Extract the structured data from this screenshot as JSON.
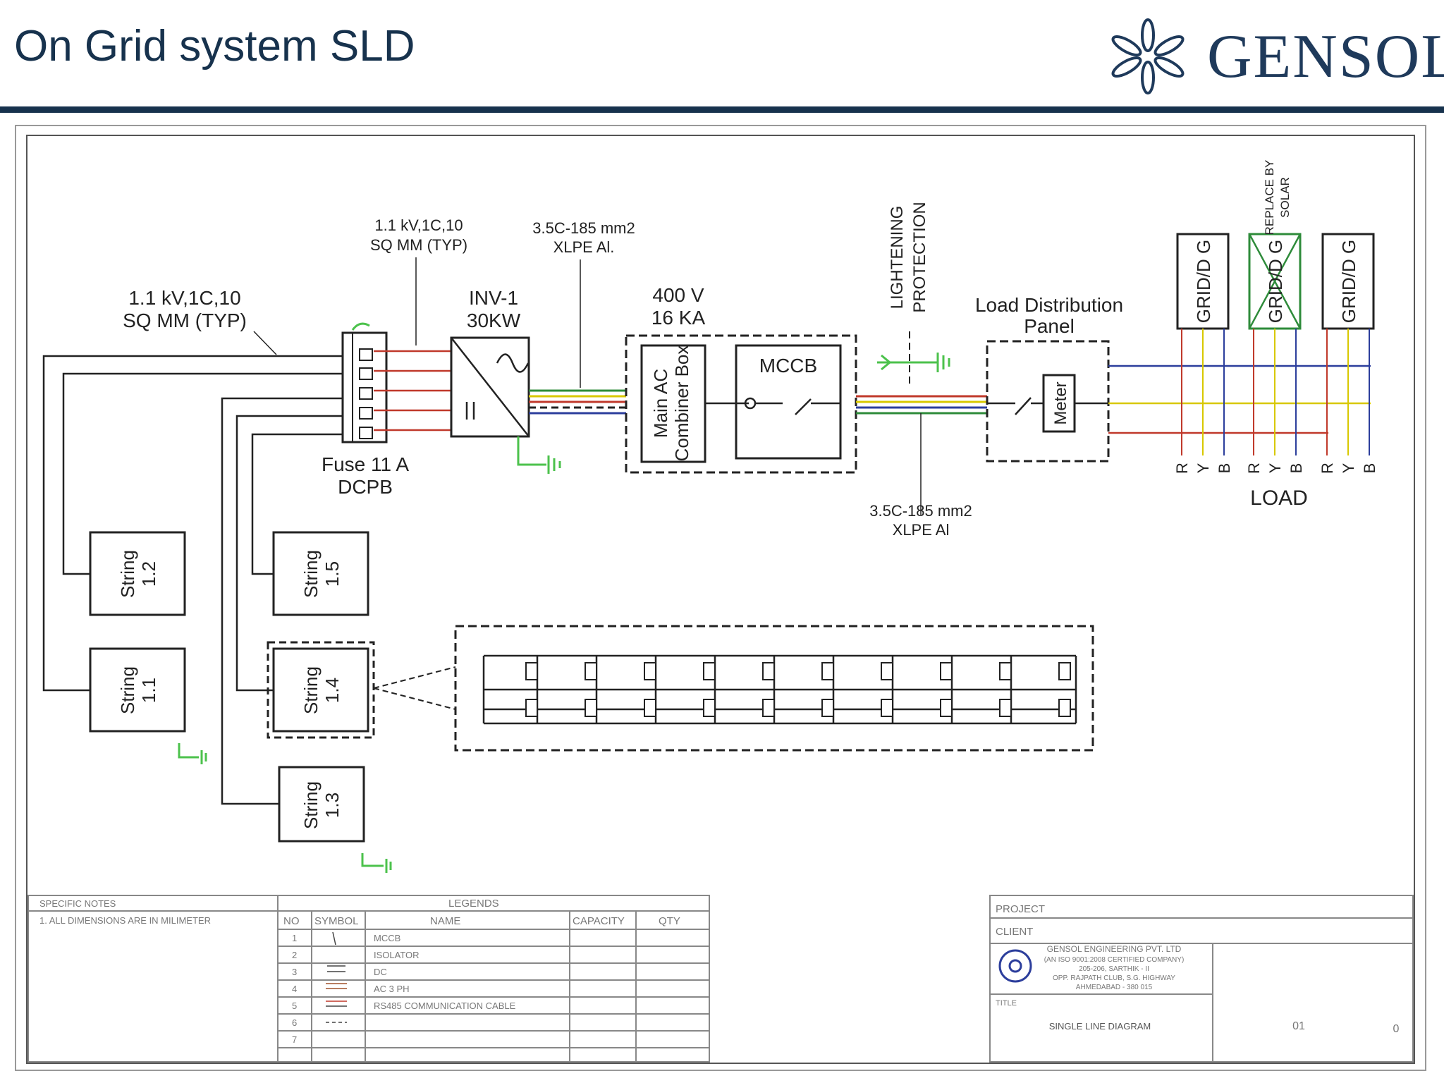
{
  "header": {
    "title": "On Grid system SLD",
    "logo_text": "GENSOL"
  },
  "diagram": {
    "cable_left_1": "1.1 kV,1C,10",
    "cable_left_2": "SQ MM (TYP)",
    "cable_top_1": "1.1 kV,1C,10",
    "cable_top_2": "SQ MM (TYP)",
    "cable_ac_1": "3.5C-185 mm2",
    "cable_ac_2": "XLPE Al.",
    "inv_1": "INV-1",
    "inv_2": "30KW",
    "rating_1": "400 V",
    "rating_2": "16 KA",
    "main_ac_1": "Main AC",
    "main_ac_2": "Combiner Box",
    "mccb": "MCCB",
    "fuse_1": "Fuse 11 A",
    "fuse_2": "DCPB",
    "lightning_1": "LIGHTENING",
    "lightning_2": "PROTECTION",
    "ldp_1": "Load Distribution",
    "ldp_2": "Panel",
    "meter": "Meter",
    "cable_bottom_1": "3.5C-185 mm2",
    "cable_bottom_2": "XLPE Al",
    "grid_1": "GRID/D G",
    "grid_2": "GRID/D G",
    "grid_3": "GRID/D G",
    "replace_1": "REPLACE BY",
    "replace_2": "SOLAR",
    "load": "LOAD",
    "phases": [
      "R",
      "Y",
      "B",
      "R",
      "Y",
      "B",
      "R",
      "Y",
      "B"
    ],
    "strings": [
      {
        "a": "String",
        "b": "1.2"
      },
      {
        "a": "String",
        "b": "1.1"
      },
      {
        "a": "String",
        "b": "1.5"
      },
      {
        "a": "String",
        "b": "1.4"
      },
      {
        "a": "String",
        "b": "1.3"
      }
    ]
  },
  "title_block": {
    "notes_heading": "SPECIFIC NOTES",
    "note_1": "1. ALL DIMENSIONS ARE IN MILIMETER",
    "legends_heading": "LEGENDS",
    "col_no": "NO",
    "col_symbol": "SYMBOL",
    "col_name": "NAME",
    "col_capacity": "CAPACITY",
    "col_qty": "QTY",
    "rows": [
      {
        "no": "1",
        "name": "MCCB"
      },
      {
        "no": "2",
        "name": "ISOLATOR"
      },
      {
        "no": "3",
        "name": "DC"
      },
      {
        "no": "4",
        "name": "AC 3 PH"
      },
      {
        "no": "5",
        "name": "RS485 COMMUNICATION CABLE"
      },
      {
        "no": "6",
        "name": ""
      },
      {
        "no": "7",
        "name": ""
      }
    ],
    "project_label": "PROJECT",
    "client_label": "CLIENT",
    "company_1": "GENSOL ENGINEERING PVT. LTD",
    "company_2": "(AN ISO 9001:2008 CERTIFIED COMPANY)",
    "company_3": "205-206, SARTHIK - II",
    "company_4": "OPP. RAJPATH CLUB, S.G. HIGHWAY",
    "company_5": "AHMEDABAD - 380 015",
    "title_label": "TITLE",
    "drawing_title": "SINGLE LINE DIAGRAM",
    "sheet_no": "01",
    "rev": "0"
  },
  "colors": {
    "brand": "#17324d",
    "ground": "#4cc24c",
    "red": "#c0392b",
    "yellow": "#d8c800",
    "blue": "#2c3e9c",
    "green": "#2e8b3a"
  }
}
